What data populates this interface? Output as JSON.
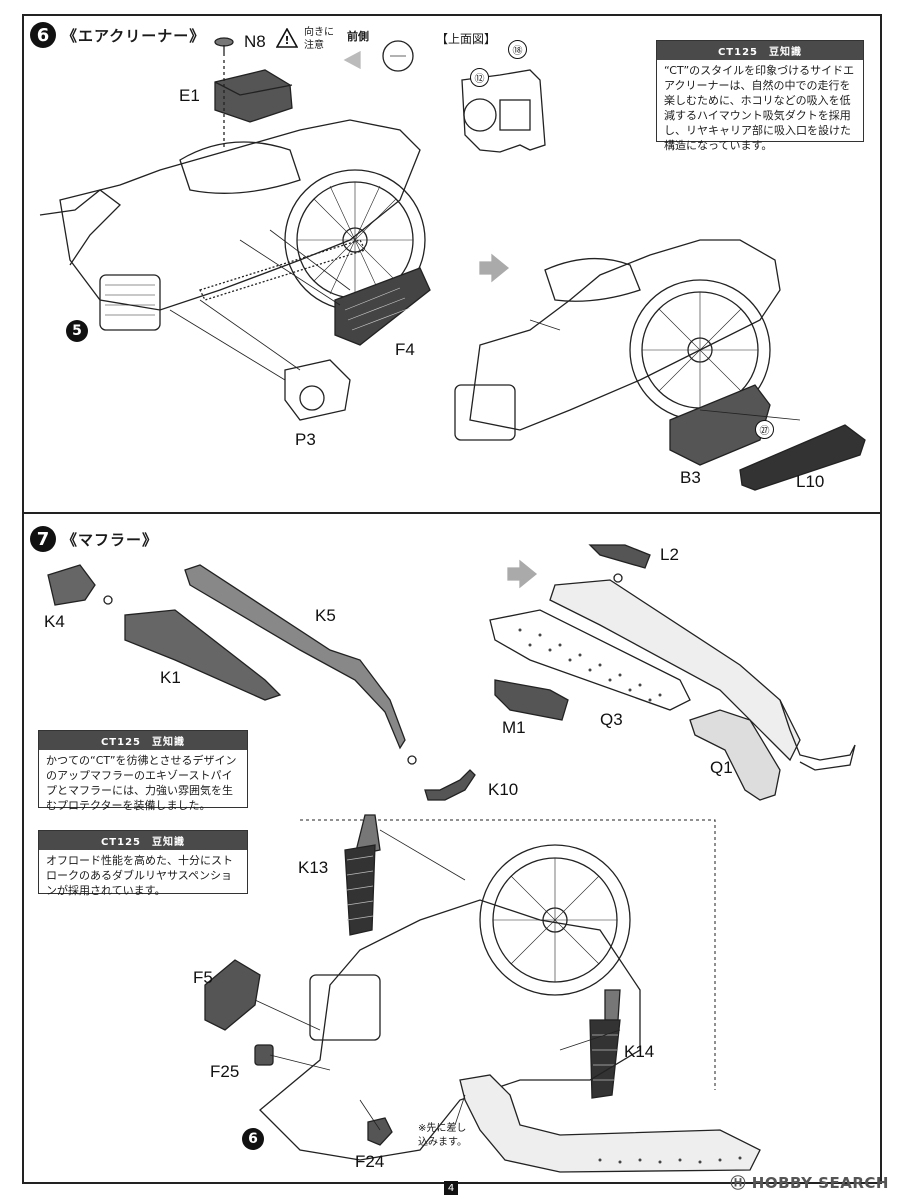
{
  "step6": {
    "number": "6",
    "title": "《エアクリーナー》",
    "labels": {
      "e1": "E1",
      "n8": "N8",
      "f4": "F4",
      "p3": "P3",
      "b3": "B3",
      "l10": "L10"
    },
    "caution": "向きに\n注意",
    "front": "前側",
    "top_view": "【上面図】",
    "callouts": [
      "⑫",
      "⑱",
      "㉗"
    ],
    "ref_step": "5",
    "tip_box": {
      "header": "CT125　豆知識",
      "body": "“CT”のスタイルを印象づけるサイドエアクリーナーは、自然の中での走行を楽しむために、ホコリなどの吸入を低減するハイマウント吸気ダクトを採用し、リヤキャリア部に吸入口を設けた構造になっています。"
    }
  },
  "step7": {
    "number": "7",
    "title": "《マフラー》",
    "labels": {
      "k4": "K4",
      "k1": "K1",
      "k5": "K5",
      "k10": "K10",
      "l2": "L2",
      "m1": "M1",
      "q3": "Q3",
      "q1": "Q1",
      "k13": "K13",
      "k14": "K14",
      "f5": "F5",
      "f25": "F25",
      "f24": "F24"
    },
    "ref_step": "6",
    "note": "※先に差し\n込みます。",
    "tip_box1": {
      "header": "CT125　豆知識",
      "body": "かつての“CT”を彷彿とさせるデザインのアップマフラーのエキゾーストパイプとマフラーには、力強い雰囲気を生むプロテクターを装備しました。"
    },
    "tip_box2": {
      "header": "CT125　豆知識",
      "body": "オフロード性能を高めた、十分にストロークのあるダブルリヤサスペンションが採用されています。"
    }
  },
  "page_number": "4",
  "watermark": "HOBBY SEARCH"
}
